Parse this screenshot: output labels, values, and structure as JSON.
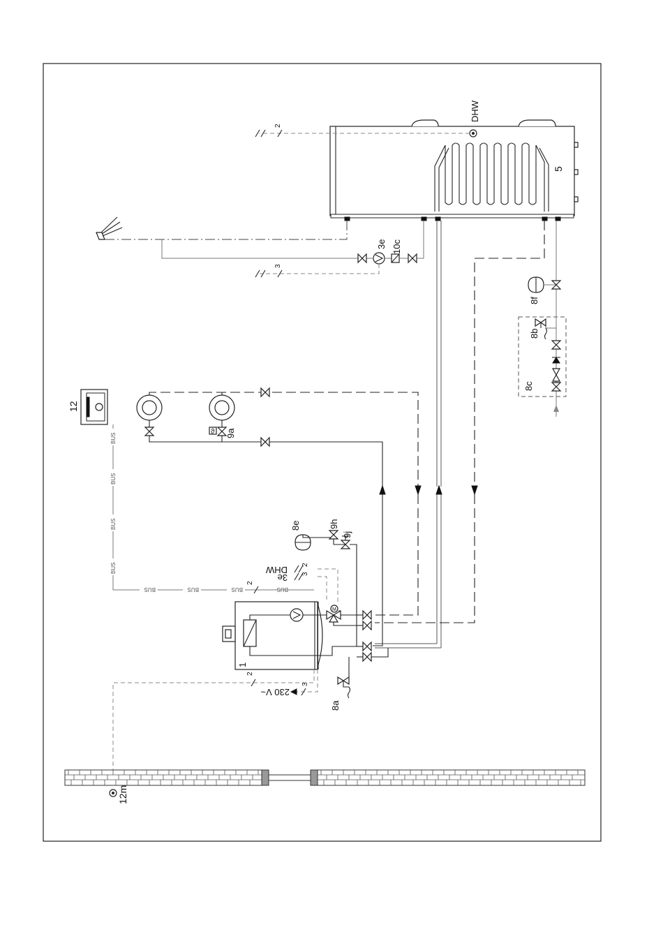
{
  "labels": {
    "dhw_tank": "DHW",
    "tank": "5",
    "dhw_pump": "3e",
    "check_valve": "10c",
    "exp_vessel_dhw": "8f",
    "safety_valve_dhw": "8b",
    "safety_group": "8c",
    "room_control": "12",
    "radiator_valve": "9a",
    "exp_vessel_heating": "8e",
    "valve_9h": "9h",
    "valve_9j": "9j",
    "boiler": "1",
    "safety_valve_heating": "8a",
    "outdoor_sensor": "12m",
    "power_supply": "230 V~",
    "cable_dhw": "DHW",
    "cable_3e": "3e"
  },
  "cable_cores": {
    "two": "2",
    "three": "3"
  },
  "bus_label": "BUS"
}
